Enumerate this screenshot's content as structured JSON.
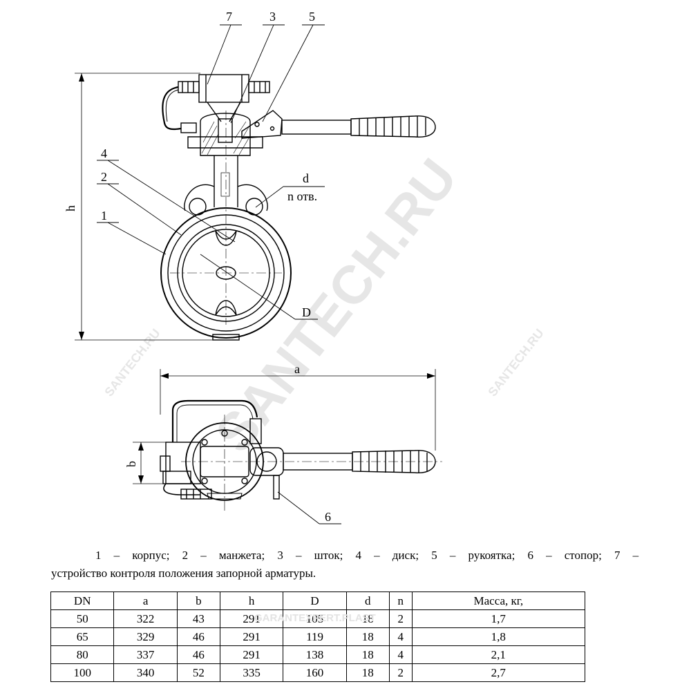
{
  "callouts": {
    "c1": "1",
    "c2": "2",
    "c3": "3",
    "c4": "4",
    "c5": "5",
    "c6": "6",
    "c7": "7",
    "d": "d",
    "n_holes": "n отв.",
    "D": "D",
    "h": "h",
    "a": "a",
    "b": "b"
  },
  "watermark": {
    "main": "SANTECH.RU",
    "small1": "SANTECH.RU",
    "small2": "SANTECH.RU",
    "table_mark": "GARANTEXPERT.PLAST"
  },
  "legend": {
    "items": [
      "1 – корпус;",
      "2 – манжета;",
      "3 – шток;",
      "4 – диск;",
      "5 – рукоятка;",
      "6 – стопор;",
      "7 –"
    ],
    "continuation": "устройство контроля положения запорной арматуры."
  },
  "table": {
    "headers": [
      "DN",
      "a",
      "b",
      "h",
      "D",
      "d",
      "n",
      "Масса, кг,"
    ],
    "rows": [
      [
        "50",
        "322",
        "43",
        "291",
        "105",
        "18",
        "2",
        "1,7"
      ],
      [
        "65",
        "329",
        "46",
        "291",
        "119",
        "18",
        "4",
        "1,8"
      ],
      [
        "80",
        "337",
        "46",
        "291",
        "138",
        "18",
        "4",
        "2,1"
      ],
      [
        "100",
        "340",
        "52",
        "335",
        "160",
        "18",
        "2",
        "2,7"
      ]
    ]
  }
}
